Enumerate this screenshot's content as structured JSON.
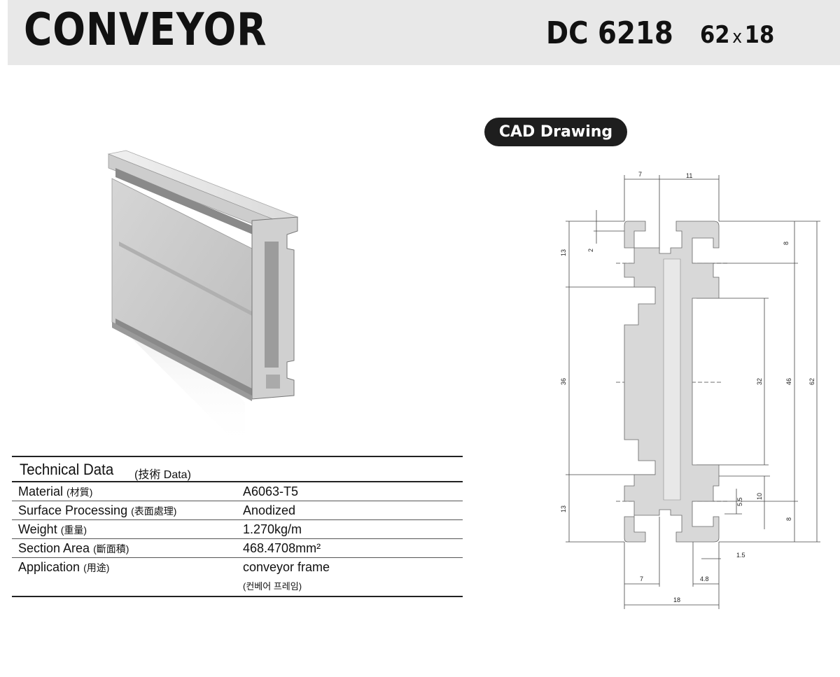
{
  "header": {
    "title": "CONVEYOR",
    "model": "DC 6218",
    "dim_a": "62",
    "dim_x": "x",
    "dim_b": "18"
  },
  "cad": {
    "pill_label": "CAD Drawing",
    "dims": {
      "top_left": "7",
      "top_right": "11",
      "left_top": "13",
      "left_mid": "36",
      "left_bot": "13",
      "notch": "2",
      "right_8_top": "8",
      "right_32": "32",
      "right_46": "46",
      "right_62": "62",
      "right_10": "10",
      "right_5_5": "5.5",
      "right_8_bot": "8",
      "bot_1_5": "1.5",
      "bot_7": "7",
      "bot_4_8": "4.8",
      "bot_18": "18"
    }
  },
  "tech": {
    "title": "Technical Data",
    "subtitle": "(技術  Data)",
    "rows": [
      {
        "label": "Material",
        "label_cn": "(材質)",
        "value": "A6063-T5"
      },
      {
        "label": "Surface Processing",
        "label_cn": "(表面處理)",
        "value": "Anodized"
      },
      {
        "label": "Weight",
        "label_cn": "(重量)",
        "value": "1.270kg/m"
      },
      {
        "label": "Section Area",
        "label_cn": "(斷面積)",
        "value": "468.4708mm²"
      },
      {
        "label": "Application",
        "label_cn": "(用途)",
        "value": "conveyor frame",
        "note": "(컨베어 프레임)"
      }
    ]
  }
}
